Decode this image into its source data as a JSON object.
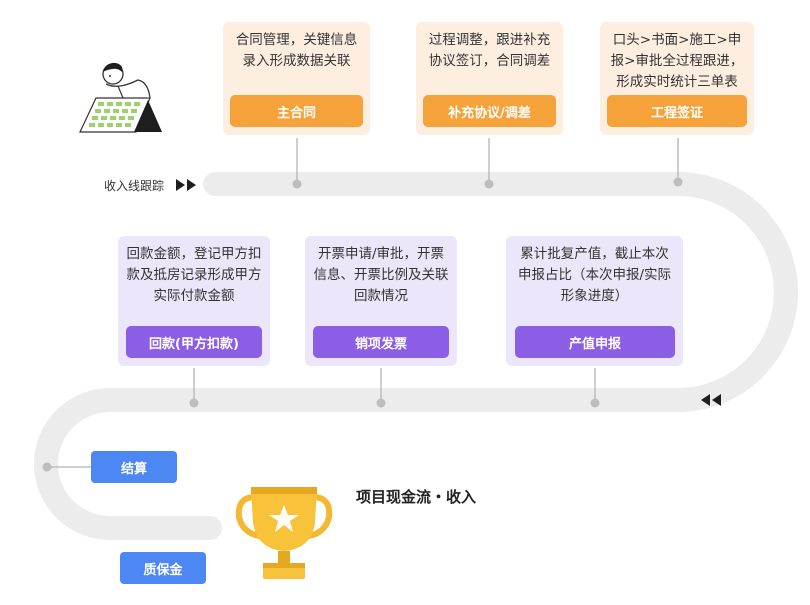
{
  "track_label": "收入线跟踪",
  "top_cards": [
    {
      "desc": "合同管理，关键信息录入形成数据关联",
      "button": "主合同"
    },
    {
      "desc": "过程调整，跟进补充协议签订，合同调差",
      "button": "补充协议/调差"
    },
    {
      "desc": "口头>书面>施工>申报>审批全过程跟进，形成实时统计三单表",
      "button": "工程签证"
    }
  ],
  "mid_cards": [
    {
      "desc": "回款金额，登记甲方扣款及抵房记录形成甲方实际付款金额",
      "button": "回款(甲方扣款)"
    },
    {
      "desc": "开票申请/审批，开票信息、开票比例及关联回款情况",
      "button": "销项发票"
    },
    {
      "desc": "累计批复产值，截止本次申报占比（本次申报/实际形象进度）",
      "button": "产值申报"
    }
  ],
  "settlement_button": "结算",
  "warranty_button": "质保金",
  "footer_title": "项目现金流・收入",
  "colors": {
    "orange": "#f6a23a",
    "purple": "#8c5ee6",
    "blue": "#4d87f4",
    "track": "#ececec",
    "trophy": "#f5b731"
  },
  "icons": [
    "person-at-desk-illustration",
    "double-arrow-right-icon",
    "double-arrow-left-icon",
    "trophy-icon"
  ]
}
